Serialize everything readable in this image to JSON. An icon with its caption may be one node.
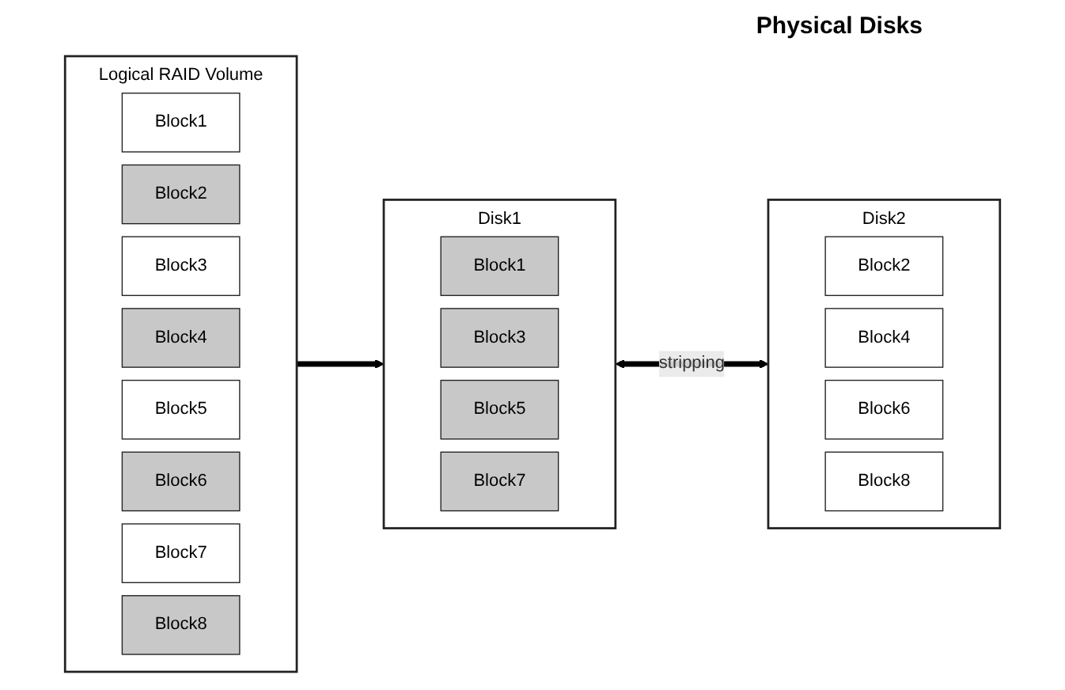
{
  "diagram": {
    "nodes": [
      {
        "text": [
          "Logical RAID Volume"
        ]
      },
      {
        "text": [
          "Block1"
        ],
        "in": 0
      },
      {
        "text": [
          "Block2"
        ],
        "in": 0
      },
      {
        "text": [
          "Block3"
        ],
        "in": 0
      },
      {
        "text": [
          "Block4"
        ],
        "in": 0
      },
      {
        "text": [
          "Block5"
        ],
        "in": 0
      },
      {
        "text": [
          "Block6"
        ],
        "in": 0
      },
      {
        "text": [
          "Block7"
        ],
        "in": 0
      },
      {
        "text": [
          "Block8"
        ],
        "in": 0
      },
      {
        "text": [
          "Disk1"
        ]
      },
      {
        "text": [
          "Block1"
        ],
        "in": 9
      },
      {
        "text": [
          "Block3"
        ],
        "in": 9
      },
      {
        "text": [
          "Block5"
        ],
        "in": 9
      },
      {
        "text": [
          "Block7"
        ],
        "in": 9
      },
      {
        "text": [
          "Disk2"
        ]
      },
      {
        "text": [
          "Block2"
        ],
        "in": 14
      },
      {
        "text": [
          "Block4"
        ],
        "in": 14
      },
      {
        "text": [
          "Block6"
        ],
        "in": 14
      },
      {
        "text": [
          "Block8"
        ],
        "in": 14
      }
    ],
    "edges": [
      {
        "from": 0,
        "to": 9,
        "arrow": "to"
      },
      {
        "from": 9,
        "to": 14,
        "arrow": "both",
        "label": "stripping"
      }
    ],
    "labels": [
      "Physical Disks"
    ]
  }
}
